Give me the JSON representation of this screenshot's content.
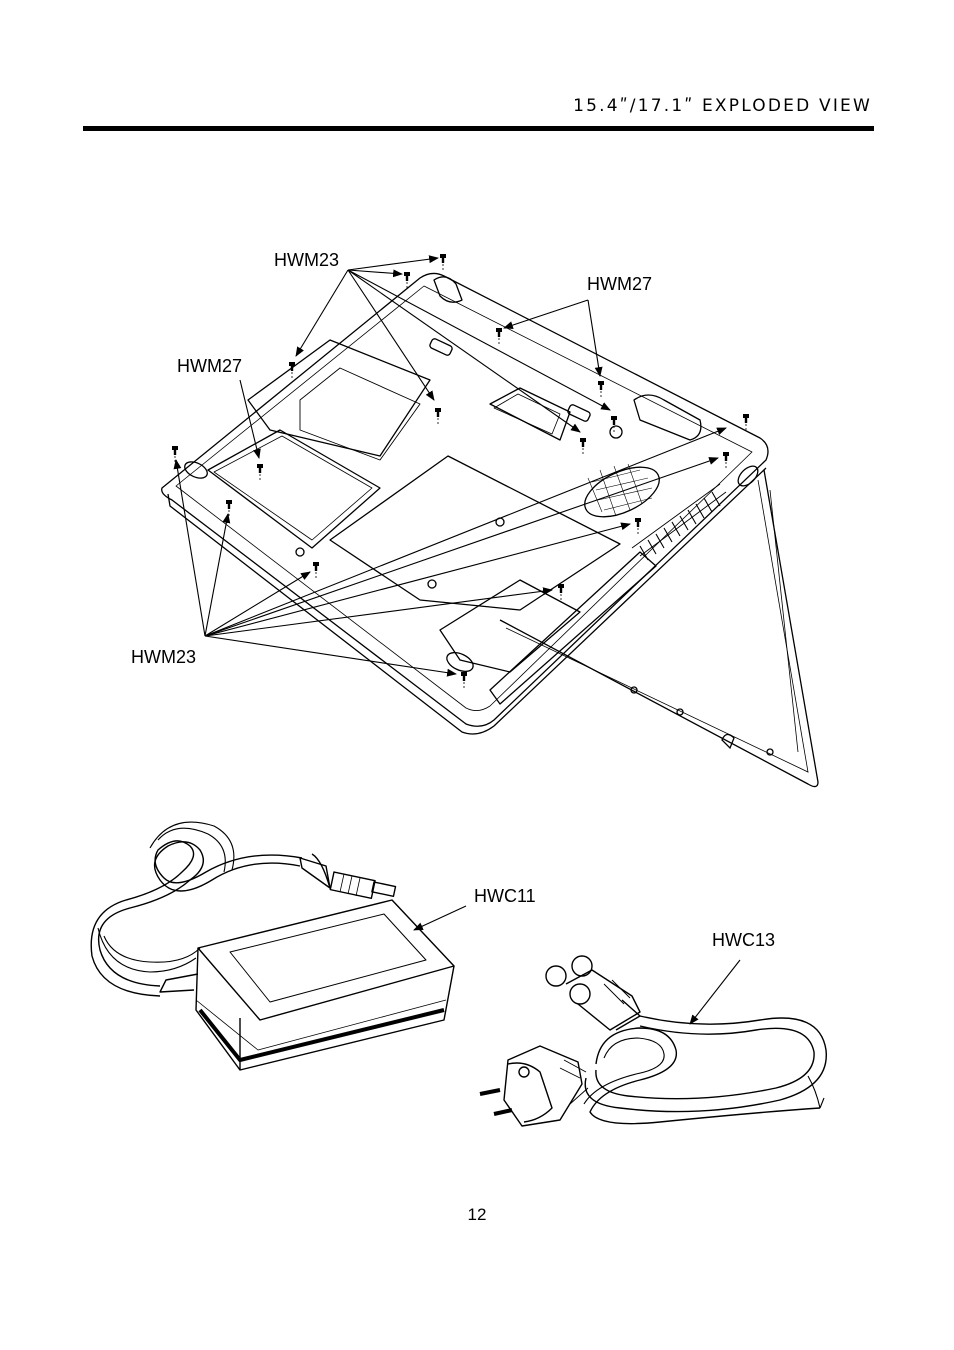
{
  "header": {
    "title": "15.4ʺ/17.1ʺ EXPLODED VIEW"
  },
  "page_number": "12",
  "callouts": {
    "hwm23_top": "HWM23",
    "hwm27_right": "HWM27",
    "hwm27_left": "HWM27",
    "hwm23_bottom": "HWM23",
    "hwc11": "HWC11",
    "hwc13": "HWC13"
  }
}
